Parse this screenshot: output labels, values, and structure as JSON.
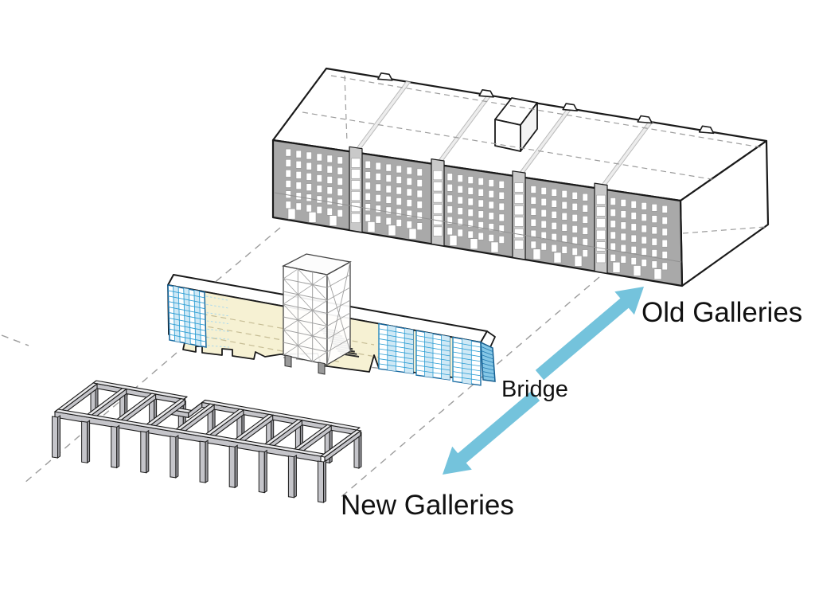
{
  "labels": {
    "old_galleries": "Old Galleries",
    "bridge": "Bridge",
    "new_galleries": "New Galleries"
  },
  "colors": {
    "background": "#FFFFFF",
    "outline": "#1A1A1A",
    "facade_gray": "#A9A9A9",
    "pilaster_gray": "#C9C9C9",
    "window_white": "#FFFFFF",
    "window_frame": "#8F8F8F",
    "roof_white": "#FFFFFF",
    "roof_strip_fill": "#EDEDED",
    "roof_strip_line": "#BBBBBB",
    "dashed_line": "#9C9C9C",
    "floor_dash": "#C6BD95",
    "glazing_line": "#2D9ED4",
    "glazing_stripe": "#CFE9F6",
    "glazing_border": "#17689F",
    "glazing_side": "#85C7E6",
    "glazing_hidden": "#A9D9EE",
    "floor_yellow": "#F6F1D3",
    "arrow_blue": "#74C3DC",
    "truss_line": "#A0A0A0",
    "truss_edge": "#444444",
    "stair_dark": "#2D2D2D",
    "frame_top": "#E9E9EB",
    "frame_side": "#C5C5CA",
    "frame_dark": "#98989D",
    "string_course": "#909090",
    "label_color": "#111111"
  },
  "structure": {
    "old_galleries": {
      "bays": 5,
      "floors": 6,
      "pilasters": 4,
      "roof_chimneys": 5,
      "has_penthouse": true
    },
    "bridge": {
      "glazed_panels_right": 3,
      "glazed_wall_left": 1,
      "has_truss_tower": true,
      "has_stair": true
    },
    "new_galleries": {
      "bays": 9,
      "front_columns": 10,
      "has_notch": true
    }
  },
  "arrow": {
    "direction": "bidirectional",
    "connects": [
      "Old Galleries",
      "New Galleries"
    ]
  }
}
